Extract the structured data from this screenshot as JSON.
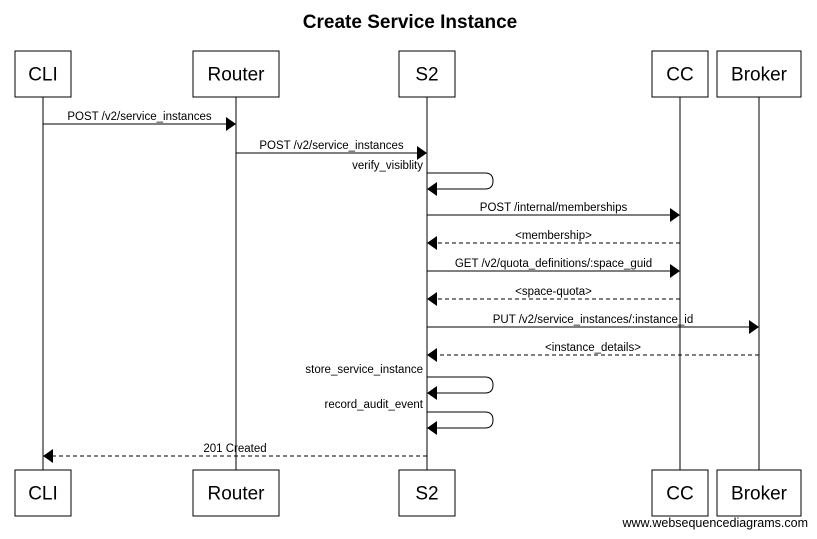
{
  "diagram": {
    "title": "Create Service Instance",
    "watermark": "www.websequencediagrams.com",
    "participants": [
      {
        "id": "cli",
        "label": "CLI"
      },
      {
        "id": "router",
        "label": "Router"
      },
      {
        "id": "s2",
        "label": "S2"
      },
      {
        "id": "cc",
        "label": "CC"
      },
      {
        "id": "broker",
        "label": "Broker"
      }
    ],
    "messages": [
      {
        "from": "cli",
        "to": "router",
        "label": "POST /v2/service_instances",
        "style": "solid"
      },
      {
        "from": "router",
        "to": "s2",
        "label": "POST /v2/service_instances",
        "style": "solid"
      },
      {
        "from": "s2",
        "to": "s2",
        "label": "verify_visiblity",
        "style": "self"
      },
      {
        "from": "s2",
        "to": "cc",
        "label": "POST /internal/memberships",
        "style": "solid"
      },
      {
        "from": "cc",
        "to": "s2",
        "label": "<membership>",
        "style": "dashed"
      },
      {
        "from": "s2",
        "to": "cc",
        "label": "GET /v2/quota_definitions/:space_guid",
        "style": "solid"
      },
      {
        "from": "cc",
        "to": "s2",
        "label": "<space-quota>",
        "style": "dashed"
      },
      {
        "from": "s2",
        "to": "broker",
        "label": "PUT /v2/service_instances/:instance_id",
        "style": "solid"
      },
      {
        "from": "broker",
        "to": "s2",
        "label": "<instance_details>",
        "style": "dashed"
      },
      {
        "from": "s2",
        "to": "s2",
        "label": "store_service_instance",
        "style": "self"
      },
      {
        "from": "s2",
        "to": "s2",
        "label": "record_audit_event",
        "style": "self"
      },
      {
        "from": "s2",
        "to": "cli",
        "label": "201 Created",
        "style": "dashed"
      }
    ]
  }
}
